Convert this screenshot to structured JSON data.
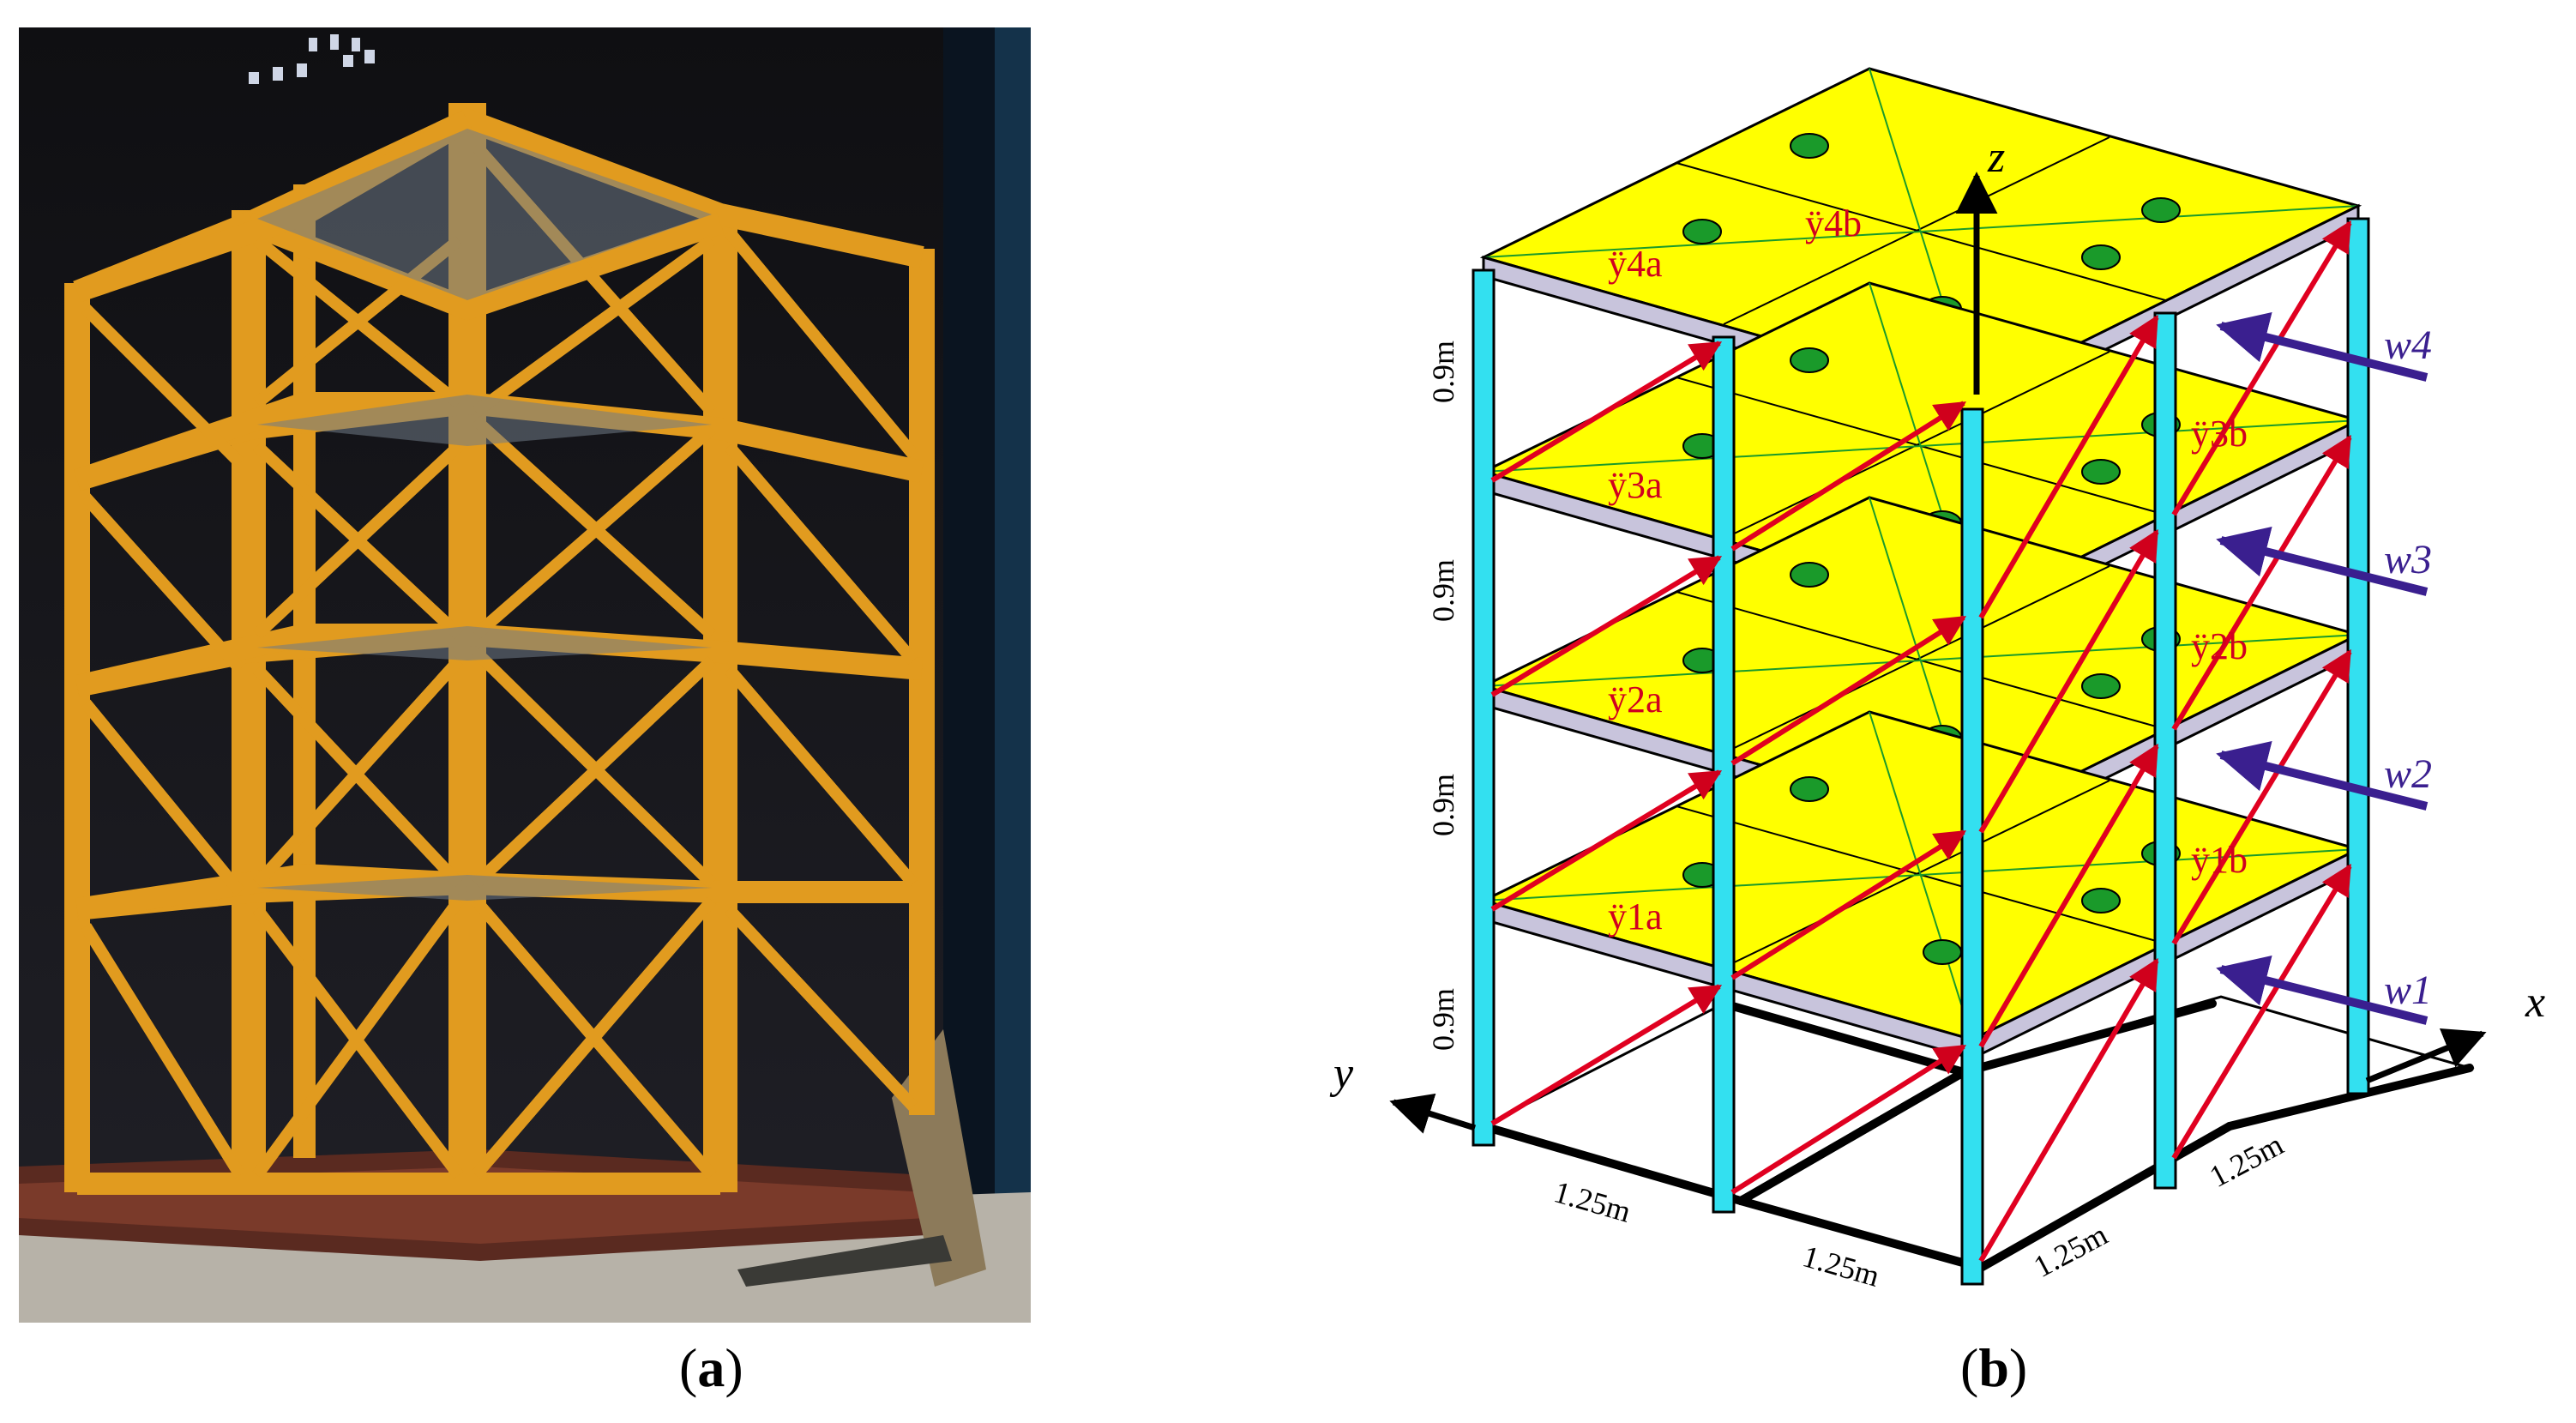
{
  "captions": {
    "a": "a",
    "b": "b"
  },
  "diagram": {
    "axes": {
      "x": "x",
      "y": "y",
      "z": "z"
    },
    "story_heights": [
      "0.9m",
      "0.9m",
      "0.9m",
      "0.9m"
    ],
    "bay_widths": [
      "1.25m",
      "1.25m",
      "1.25m",
      "1.25m"
    ],
    "accel_labels": [
      "ÿ4a",
      "ÿ3a",
      "ÿ2a",
      "ÿ1a",
      "ÿ4b",
      "ÿ3b",
      "ÿ2b",
      "ÿ1b"
    ],
    "wind_labels": [
      "w4",
      "w3",
      "w2",
      "w1"
    ],
    "colors": {
      "slab": "#ffff00",
      "column": "#33e0f0",
      "brace": "#e00020",
      "wind": "#3a1f8f",
      "beam": "#c8c4dc",
      "sensor": "#1a9a2a"
    }
  }
}
